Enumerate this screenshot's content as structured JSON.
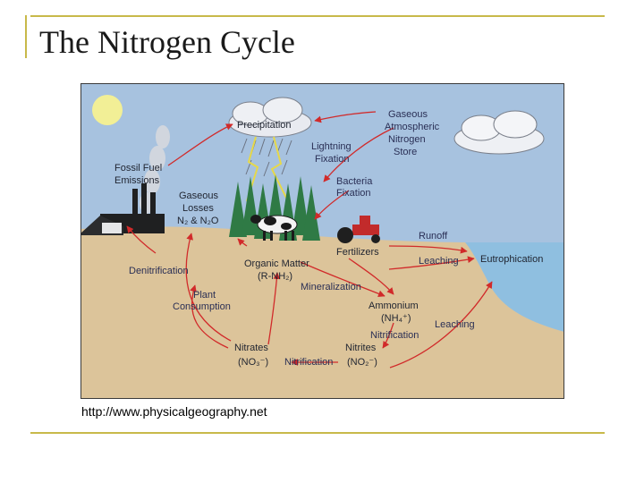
{
  "slide": {
    "title": "The Nitrogen Cycle",
    "source": "http://www.physicalgeography.net"
  },
  "colors": {
    "frame": "#c8b94a",
    "sky": "#a7c2df",
    "soil": "#dcc49a",
    "water": "#8fbfe0",
    "arrow": "#d12a2a",
    "sun": "#f2ef96"
  },
  "diagram": {
    "labels": {
      "precipitation": "Precipitation",
      "gaseous_store_1": "Gaseous",
      "gaseous_store_2": "Atmospheric",
      "gaseous_store_3": "Nitrogen",
      "gaseous_store_4": "Store",
      "lightning_1": "Lightning",
      "lightning_2": "Fixation",
      "bacteria_1": "Bacteria",
      "bacteria_2": "Fixation",
      "fossil_1": "Fossil Fuel",
      "fossil_2": "Emissions",
      "losses_1": "Gaseous",
      "losses_2": "Losses",
      "losses_3": "N₂ & N₂O",
      "runoff": "Runoff",
      "fertilizers": "Fertilizers",
      "leaching_top": "Leaching",
      "eutrophication": "Eutrophication",
      "denitrification": "Denitrification",
      "organic_1": "Organic Matter",
      "organic_2": "(R-NH₂)",
      "mineralization": "Mineralization",
      "plant_1": "Plant",
      "plant_2": "Consumption",
      "ammonium_1": "Ammonium",
      "ammonium_2": "(NH₄⁺)",
      "leaching_right": "Leaching",
      "nitrification_upper": "Nitrification",
      "nitrates_1": "Nitrates",
      "nitrates_2": "(NO₃⁻)",
      "nitrification_lower": "Nitrification",
      "nitrites_1": "Nitrites",
      "nitrites_2": "(NO₂⁻)"
    }
  }
}
